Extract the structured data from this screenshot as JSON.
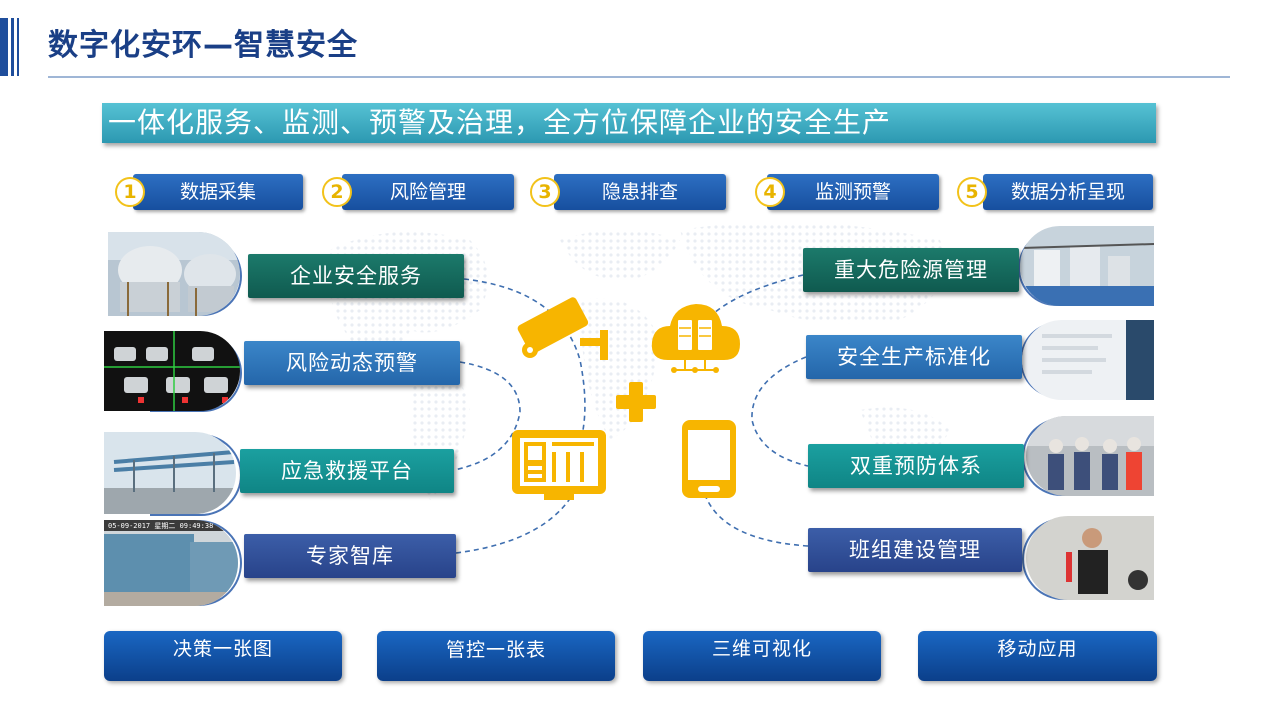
{
  "header": {
    "title": "数字化安环—智慧安全"
  },
  "banner": {
    "text": "一体化服务、监测、预警及治理，全方位保障企业的安全生产"
  },
  "steps": [
    {
      "num": "1",
      "label": "数据采集"
    },
    {
      "num": "2",
      "label": "风险管理"
    },
    {
      "num": "3",
      "label": "隐患排查"
    },
    {
      "num": "4",
      "label": "监测预警"
    },
    {
      "num": "5",
      "label": "数据分析呈现"
    }
  ],
  "left_services": [
    {
      "label": "企业安全服务"
    },
    {
      "label": "风险动态预警"
    },
    {
      "label": "应急救援平台"
    },
    {
      "label": "专家智库"
    }
  ],
  "right_services": [
    {
      "label": "重大危险源管理"
    },
    {
      "label": "安全生产标准化"
    },
    {
      "label": "双重预防体系"
    },
    {
      "label": "班组建设管理"
    }
  ],
  "photo_overlay": {
    "date_stamp": "05-09-2017 星期二 09:49:38"
  },
  "icons": [
    "surveillance-camera-icon",
    "cloud-server-icon",
    "plus-icon",
    "monitor-panel-icon",
    "smartphone-icon"
  ],
  "bottom_buttons": [
    {
      "label": "决策一张图"
    },
    {
      "label": "管控一张表"
    },
    {
      "label": "三维可视化"
    },
    {
      "label": "移动应用"
    }
  ],
  "colors": {
    "title": "#1a3f86",
    "banner": "#3aaac2",
    "step_badge": "#f2c21a",
    "icon_yellow": "#f7b500",
    "button_blue": "#1255a8"
  }
}
